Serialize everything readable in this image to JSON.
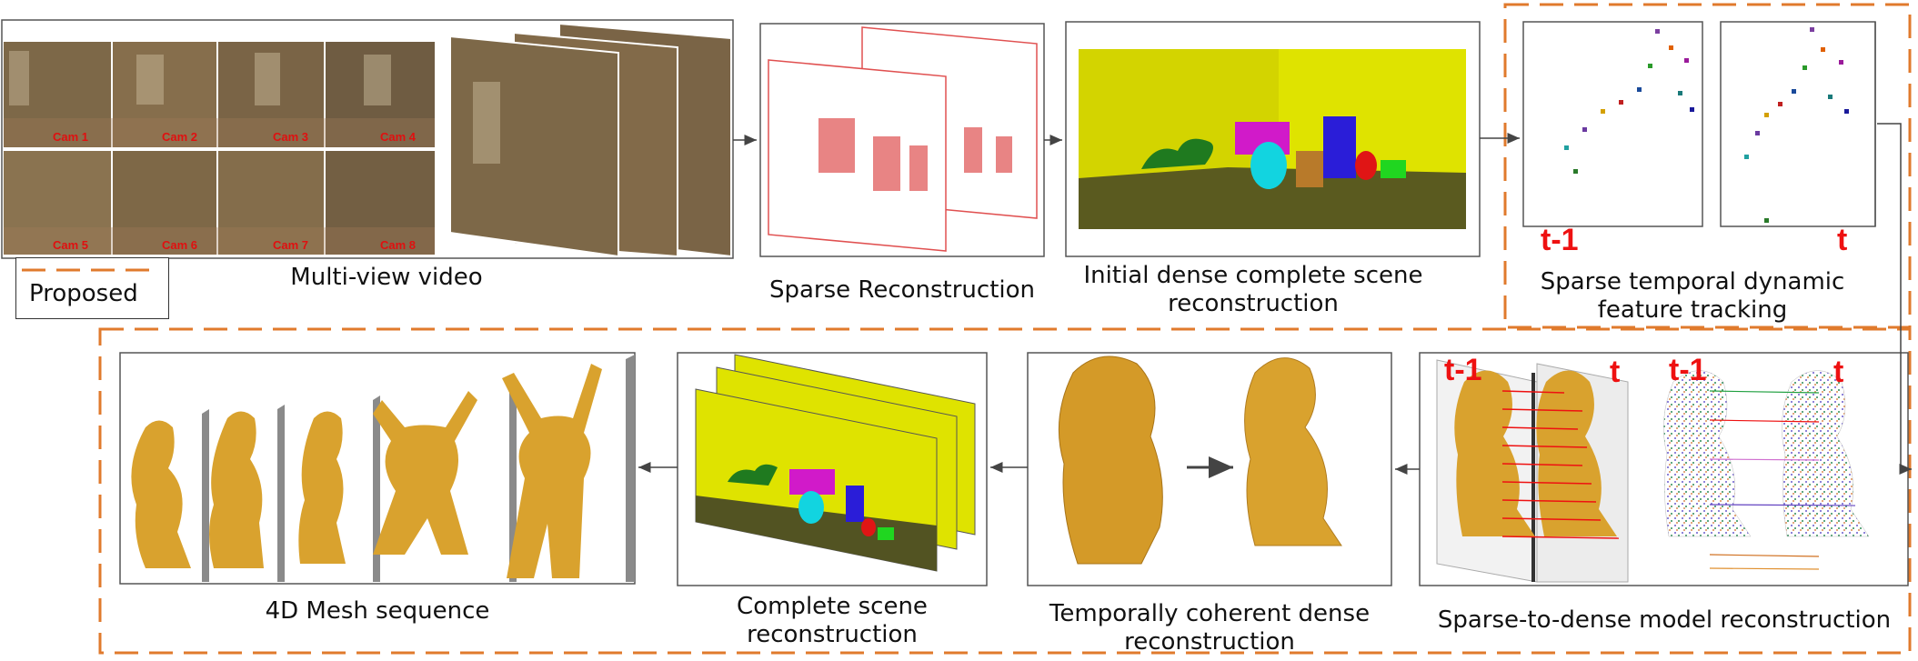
{
  "legend": {
    "label": "Proposed",
    "dash_color": "#e07a2c"
  },
  "colors": {
    "accent_dash": "#e07a2c",
    "arrow": "#444444",
    "mesh": "#d9a22e",
    "wall": "#d7d940",
    "floor": "#525322"
  },
  "cameras": [
    "Cam 1",
    "Cam 2",
    "Cam 3",
    "Cam 4",
    "Cam 5",
    "Cam 6",
    "Cam 7",
    "Cam 8"
  ],
  "stages": {
    "multiview": "Multi-view video",
    "sparse": "Sparse Reconstruction",
    "initial_dense": "Initial dense complete scene reconstruction",
    "sparse_tracking": "Sparse temporal dynamic feature tracking",
    "sparse_to_dense": "Sparse-to-dense model reconstruction",
    "temporal_dense": "Temporally coherent dense reconstruction",
    "complete_scene": "Complete scene reconstruction",
    "mesh_sequence": "4D Mesh sequence"
  },
  "frame_labels": {
    "prev": "t-1",
    "curr": "t"
  }
}
